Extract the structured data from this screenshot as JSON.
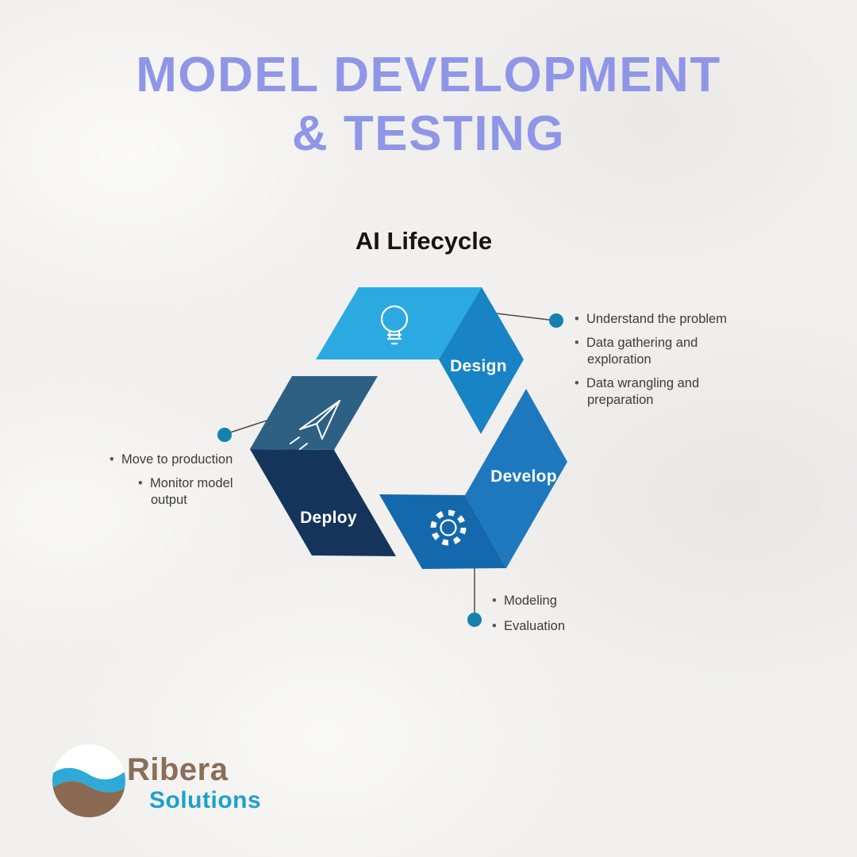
{
  "title": {
    "line1": "MODEL DEVELOPMENT",
    "line2": "& TESTING"
  },
  "diagram": {
    "heading": "AI Lifecycle",
    "stages": [
      {
        "label": "Design",
        "icon": "lightbulb-icon",
        "color_main": "#2BAAE2",
        "color_fold": "#1883C5"
      },
      {
        "label": "Develop",
        "icon": "gear-icon",
        "color_main": "#1E78BE",
        "color_fold": "#1468AC"
      },
      {
        "label": "Deploy",
        "icon": "paper-plane-icon",
        "color_main": "#15345B",
        "color_fold": "#2E6084"
      }
    ],
    "callouts": {
      "design": [
        "Understand the problem",
        "Data gathering and exploration",
        "Data wrangling and preparation"
      ],
      "develop": [
        "Modeling",
        "Evaluation"
      ],
      "deploy": [
        "Move to production",
        "Monitor model output"
      ]
    },
    "connector_color": "#1581AF",
    "line_color": "#4a4a4a"
  },
  "logo": {
    "name": "Ribera",
    "suffix": "Solutions",
    "name_color": "#8A6E58",
    "suffix_color": "#1FA0CB"
  },
  "colors": {
    "title": "#8F96E8",
    "background": "#F1F0EE",
    "text": "#3C3C3C"
  }
}
